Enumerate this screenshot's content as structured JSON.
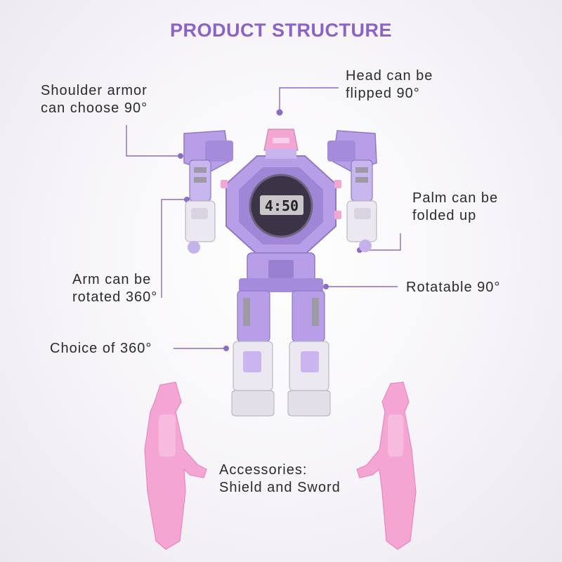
{
  "title": "PRODUCT STRUCTURE",
  "callouts": {
    "shoulder": "Shoulder armor\ncan choose 90°",
    "head": "Head can be\nflipped 90°",
    "palm": "Palm can be\nfolded up",
    "arm": "Arm can be\nrotated 360°",
    "rotatable": "Rotatable 90°",
    "choice": "Choice of 360°",
    "accessories": "Accessories:\nShield and Sword"
  },
  "watch_display": "4:50",
  "colors": {
    "title": "#8a62c8",
    "body_purple": "#b79ee6",
    "body_dark": "#8f78c7",
    "accent_pink": "#f2a6d2",
    "accessory_pink": "#f59fd0",
    "leader_line": "#8e6bc4"
  }
}
